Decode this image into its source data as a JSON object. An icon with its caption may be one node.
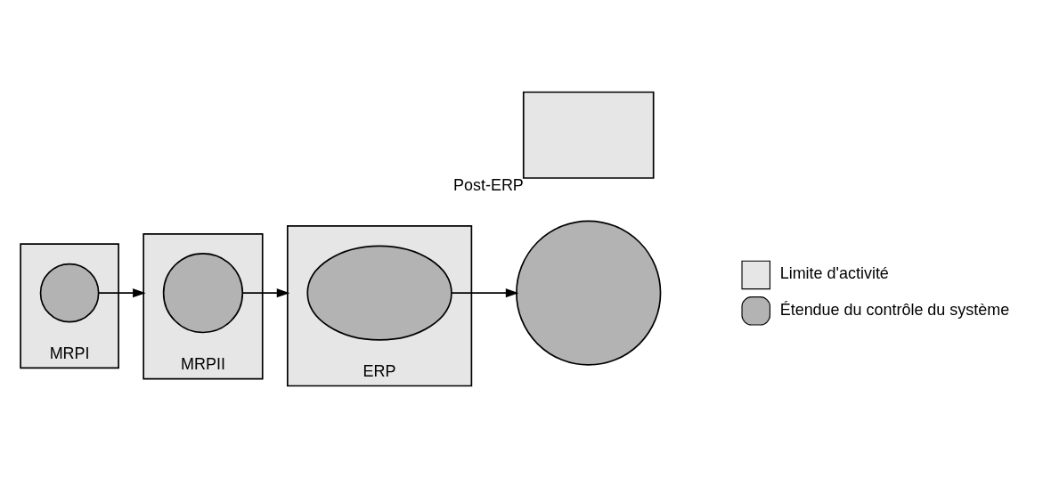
{
  "diagram": {
    "nodes": [
      {
        "text": [],
        "shape": "box",
        "beside": [
          "MRPI"
        ]
      },
      {
        "text": [],
        "shape": "circle",
        "in": 0
      },
      {
        "text": [],
        "shape": "box",
        "beside": [
          "MRPII"
        ]
      },
      {
        "text": [],
        "shape": "circle",
        "in": 2
      },
      {
        "text": [],
        "shape": "box",
        "beside": [
          "ERP"
        ]
      },
      {
        "text": [],
        "shape": "ellipse",
        "in": 4
      },
      {
        "text": [],
        "shape": "box",
        "beside": [
          "Post-ERP"
        ]
      },
      {
        "text": [],
        "shape": "circle"
      }
    ],
    "edges": [
      {
        "from": 1,
        "to": 2,
        "arrow": "to"
      },
      {
        "from": 3,
        "to": 4,
        "arrow": "to"
      },
      {
        "from": 5,
        "to": 7,
        "arrow": "to"
      }
    ],
    "legend": [
      {
        "text": "Limite d'activité",
        "color": "#e6e6e6"
      },
      {
        "text": "Étendue du contrôle du système",
        "color": "#b3b3b3"
      }
    ]
  }
}
